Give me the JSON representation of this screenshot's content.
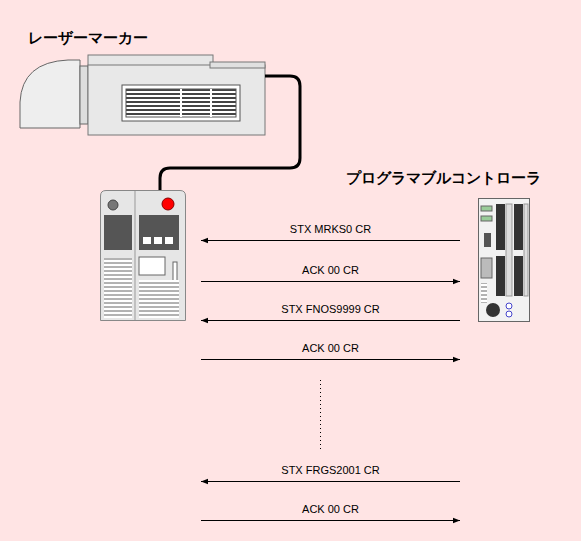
{
  "diagram": {
    "nodes": [
      {
        "text": [
          "レーザーマーカー"
        ]
      },
      {
        "text": [
          "プログラマブルコントローラ"
        ]
      }
    ],
    "edges": [
      {
        "from": 1,
        "to": 0,
        "arrow": "to",
        "label": "STX MRKS0 CR"
      },
      {
        "from": 0,
        "to": 1,
        "arrow": "to",
        "label": "ACK 00 CR"
      },
      {
        "from": 1,
        "to": 0,
        "arrow": "to",
        "label": "STX FNOS9999 CR"
      },
      {
        "from": 0,
        "to": 1,
        "arrow": "to",
        "label": "ACK 00 CR"
      },
      {
        "from": 1,
        "to": 0,
        "arrow": "to",
        "label": "STX FRGS2001 CR"
      },
      {
        "from": 0,
        "to": 1,
        "arrow": "to",
        "label": "ACK 00 CR"
      }
    ]
  }
}
